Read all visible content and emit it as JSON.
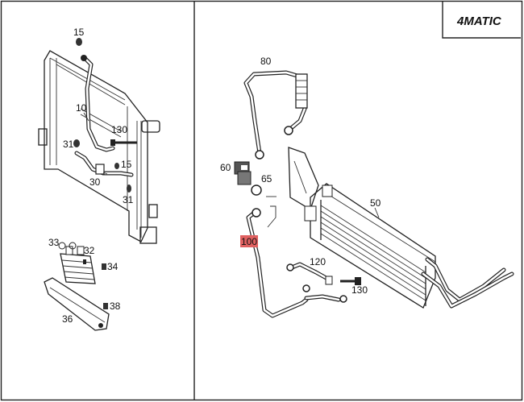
{
  "badge": {
    "text": "4MATIC"
  },
  "callouts": {
    "c15a": "15",
    "c10": "10",
    "c130a": "130",
    "c31a": "31",
    "c15b": "15",
    "c30": "30",
    "c31b": "31",
    "c33": "33",
    "c32": "32",
    "c34": "34",
    "c38": "38",
    "c36": "36",
    "c80": "80",
    "c60": "60",
    "c65": "65",
    "c50": "50",
    "c100": "100",
    "c120": "120",
    "c130b": "130"
  },
  "highlight": {
    "part": "100",
    "color": "#e06060"
  }
}
